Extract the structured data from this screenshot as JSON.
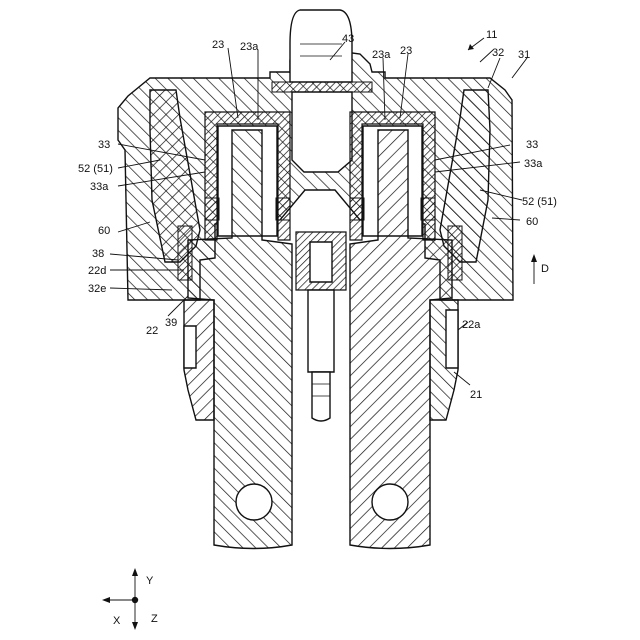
{
  "figure": {
    "labels": {
      "l11": "11",
      "l23_a": "23",
      "l23a_a": "23a",
      "l43": "43",
      "l23a_b": "23a",
      "l23_b": "23",
      "l32": "32",
      "l31": "31",
      "l33_l": "33",
      "l52_l": "52 (51)",
      "l33a_l": "33a",
      "l60_l": "60",
      "l38": "38",
      "l22d": "22d",
      "l32e": "32e",
      "l22": "22",
      "l39": "39",
      "l33_r": "33",
      "l33a_r": "33a",
      "l52_r": "52 (51)",
      "l60_r": "60",
      "lD": "D",
      "l22a": "22a",
      "l21": "21"
    },
    "axes": {
      "y": "Y",
      "x": "X",
      "z": "Z"
    }
  }
}
